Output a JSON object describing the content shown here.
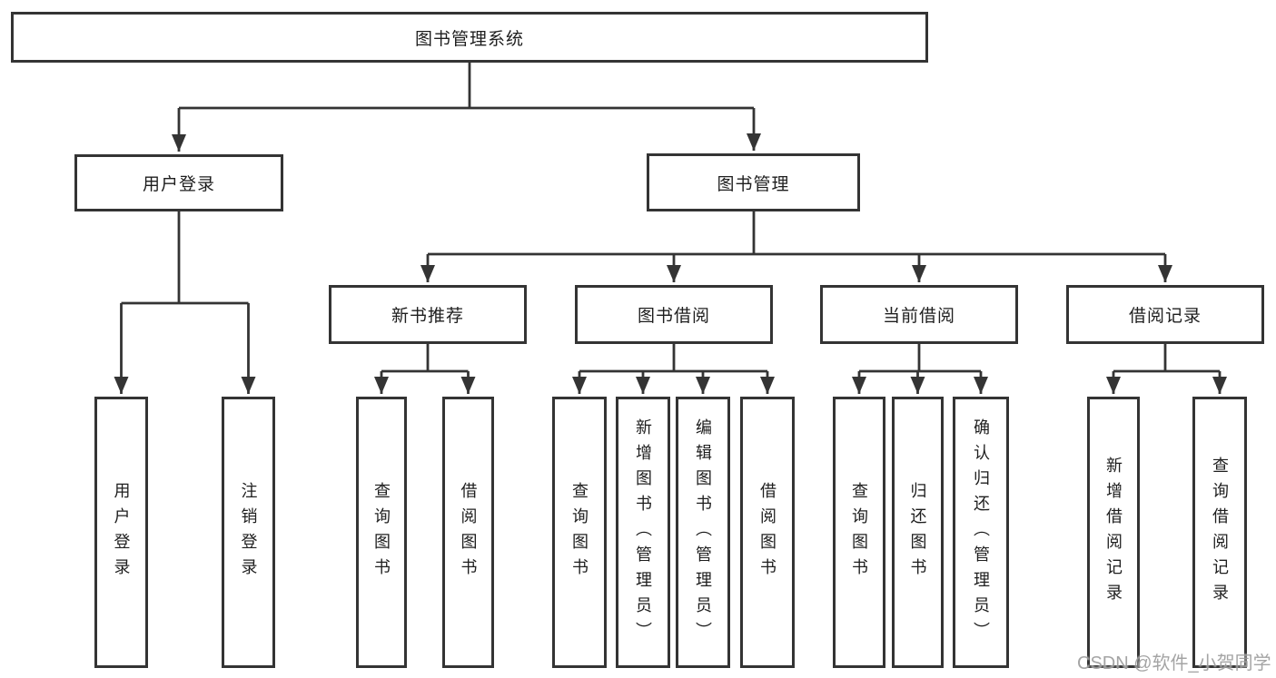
{
  "diagram_title": "图书管理系统",
  "colors": {
    "line": "#343434",
    "box_border": "#343434",
    "box_fill": "#ffffff",
    "text": "#1e1e1e",
    "watermark": "#949494"
  },
  "tree": {
    "root": "图书管理系统",
    "children": [
      {
        "label": "用户登录",
        "children": [
          "用户登录",
          "注销登录"
        ]
      },
      {
        "label": "图书管理",
        "children": [
          {
            "label": "新书推荐",
            "children": [
              "查询图书",
              "借阅图书"
            ]
          },
          {
            "label": "图书借阅",
            "children": [
              "查询图书",
              "新增图书（管理员）",
              "编辑图书（管理员）",
              "借阅图书"
            ]
          },
          {
            "label": "当前借阅",
            "children": [
              "查询图书",
              "归还图书",
              "确认归还（管理员）"
            ]
          },
          {
            "label": "借阅记录",
            "children": [
              "新增借阅记录",
              "查询借阅记录"
            ]
          }
        ]
      }
    ]
  },
  "watermark": "CSDN @软件_小贺同学"
}
